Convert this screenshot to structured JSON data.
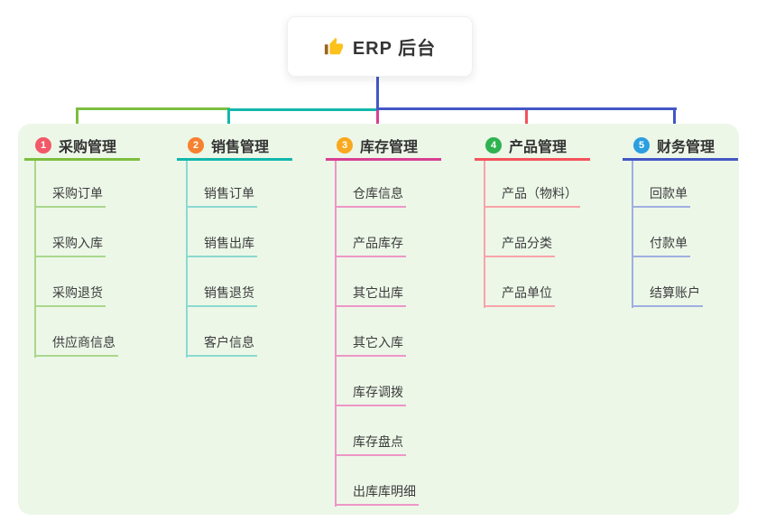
{
  "root": {
    "label": "ERP 后台",
    "icon": "thumbs-up-icon"
  },
  "branches": [
    {
      "num": "1",
      "label": "采购管理",
      "line_color": "#7cbf3f",
      "light_color": "#aad78c",
      "badge_color": "#f25968",
      "children": [
        "采购订单",
        "采购入库",
        "采购退货",
        "供应商信息"
      ]
    },
    {
      "num": "2",
      "label": "销售管理",
      "line_color": "#13b7ab",
      "light_color": "#8bd9d1",
      "badge_color": "#f6812f",
      "children": [
        "销售订单",
        "销售出库",
        "销售退货",
        "客户信息"
      ]
    },
    {
      "num": "3",
      "label": "库存管理",
      "line_color": "#d93f93",
      "light_color": "#ee96c6",
      "badge_color": "#f8a91f",
      "children": [
        "仓库信息",
        "产品库存",
        "其它出库",
        "其它入库",
        "库存调拨",
        "库存盘点",
        "出库库明细"
      ]
    },
    {
      "num": "4",
      "label": "产品管理",
      "line_color": "#f4525c",
      "light_color": "#f9a3a8",
      "badge_color": "#2fb351",
      "children": [
        "产品（物料）",
        "产品分类",
        "产品单位"
      ]
    },
    {
      "num": "5",
      "label": "财务管理",
      "line_color": "#4357c5",
      "light_color": "#9fafe0",
      "badge_color": "#2b9fe0",
      "children": [
        "回款单",
        "付款单",
        "结算账户"
      ]
    }
  ],
  "colors": {
    "panel_bg": "#ecf7e8",
    "root_connector": "#4357c5",
    "canvas_bg": "#ffffff",
    "thumb_gold": "#fcc21b",
    "thumb_cuff": "#9c6520"
  }
}
